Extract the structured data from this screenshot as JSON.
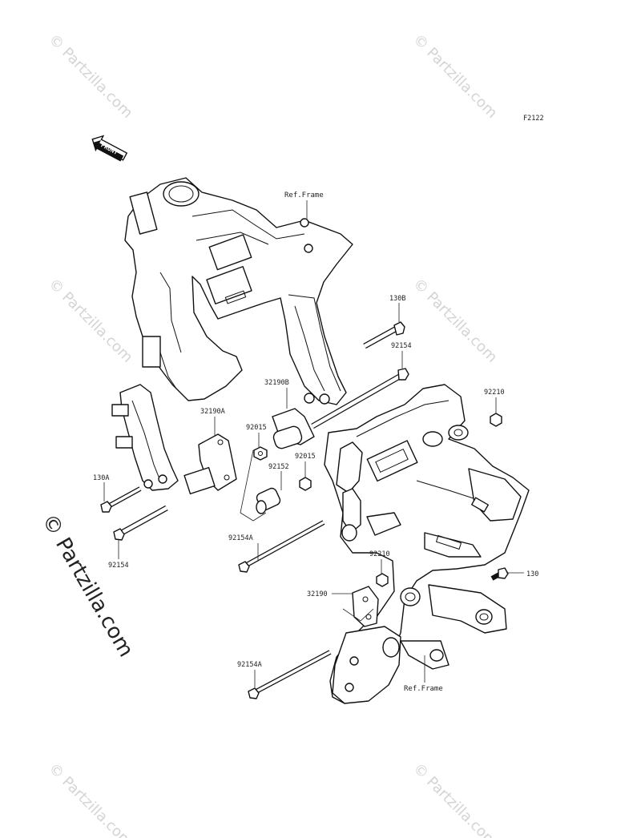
{
  "figure_code": "F2122",
  "watermark": "© Partzilla.com",
  "front_arrow": "FRONT",
  "ref_frame_label": "Ref.Frame",
  "parts": {
    "p130B": "130B",
    "p92154_top": "92154",
    "p32190B": "32190B",
    "p92210_top": "92210",
    "p32190A": "32190A",
    "p92015_left": "92015",
    "p92015_right": "92015",
    "p92152": "92152",
    "p130A": "130A",
    "p92154_left": "92154",
    "p92154A_mid": "92154A",
    "p92210_low": "92210",
    "p130": "130",
    "p32190": "32190",
    "p92154A_low": "92154A"
  }
}
